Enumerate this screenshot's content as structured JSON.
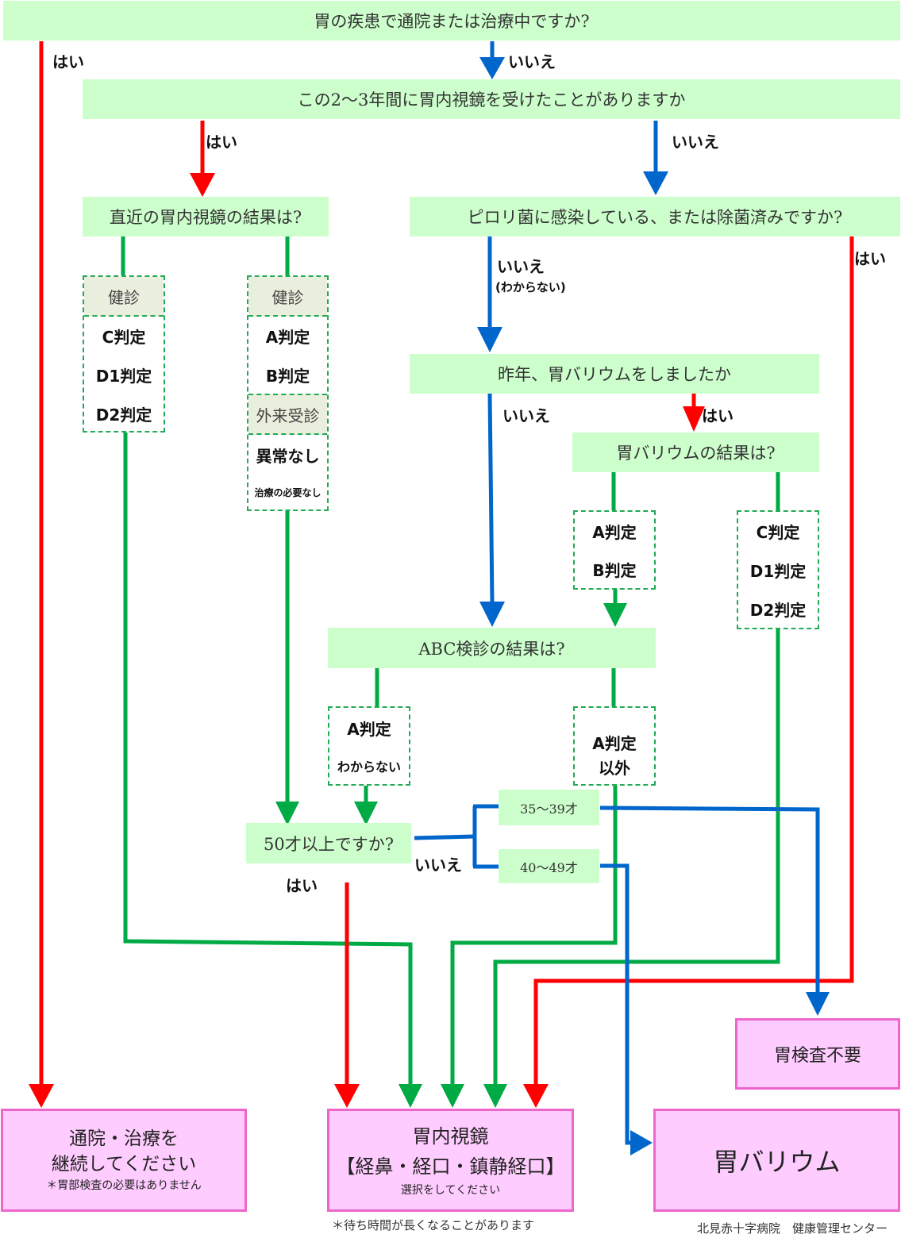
{
  "colors": {
    "yes": "#ff0000",
    "no": "#0066cc",
    "next": "#00aa44",
    "question_bg": "#ccffcc",
    "result_bg": "#ffccff"
  },
  "questions": {
    "q1": "胃の疾患で通院または治療中ですか?",
    "q2": "この2〜3年間に胃内視鏡を受けたことがありますか",
    "q3": "直近の胃内視鏡の結果は?",
    "q4": "ピロリ菌に感染している、または除菌済みですか?",
    "q5": "昨年、胃バリウムをしましたか",
    "q6": "胃バリウムの結果は?",
    "q7": "ABC検診の結果は?",
    "q8": "50才以上ですか?"
  },
  "labels": {
    "yes": "はい",
    "no": "いいえ",
    "unknown_paren": "(わからない)"
  },
  "judgment_boxes": {
    "endo_left": {
      "header": "健診",
      "items": [
        "C判定",
        "D1判定",
        "D2判定"
      ]
    },
    "endo_right": {
      "header": "健診",
      "items": [
        "A判定",
        "B判定"
      ],
      "header2": "外来受診",
      "items2": [
        "異常なし"
      ],
      "note": "治療の必要なし"
    },
    "barium_ab": {
      "items": [
        "A判定",
        "B判定"
      ]
    },
    "barium_cd": {
      "items": [
        "C判定",
        "D1判定",
        "D2判定"
      ]
    },
    "abc_a": {
      "line1": "A判定",
      "line2": "わからない"
    },
    "abc_other": {
      "line1": "A判定",
      "line2": "以外"
    }
  },
  "age_ranges": [
    "35〜39才",
    "40〜49才"
  ],
  "results": {
    "continue": {
      "line1": "通院・治療を",
      "line2": "継続してください",
      "note": "＊胃部検査の必要はありません"
    },
    "endoscopy": {
      "line1": "胃内視鏡",
      "line2": "【経鼻・経口・鎮静経口】",
      "note": "選択をしてください"
    },
    "no_exam": {
      "line1": "胃検査不要"
    },
    "barium": {
      "line1": "胃バリウム"
    }
  },
  "footer": {
    "wait_note": "＊待ち時間が長くなることがあります",
    "org": "北見赤十字病院　健康管理センター"
  }
}
